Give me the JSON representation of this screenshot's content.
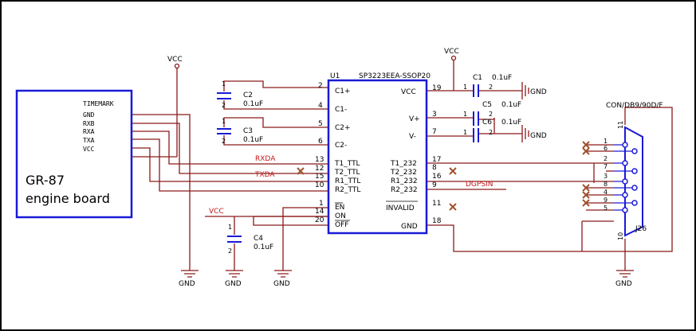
{
  "colors": {
    "wire": "#8b1a1a",
    "chip": "#1a1ad6",
    "pin_text": "#1a1a1a",
    "net_label": "#c01818",
    "no_connect": "#a0522d",
    "background": "#ffffff",
    "frame": "#000000"
  },
  "engine_board": {
    "title_line1": "GR-87",
    "title_line2": "engine board",
    "pins": [
      "TIMEMARK",
      "GND",
      "RXB",
      "RXA",
      "TXA",
      "VCC"
    ]
  },
  "chip": {
    "ref": "U1",
    "part": "SP3223EEA-SSOP20",
    "left_pins": [
      {
        "num": "2",
        "name": "C1+"
      },
      {
        "num": "4",
        "name": "C1-"
      },
      {
        "num": "5",
        "name": "C2+"
      },
      {
        "num": "6",
        "name": "C2-"
      },
      {
        "num": "13",
        "name": "T1_TTL"
      },
      {
        "num": "12",
        "name": "T2_TTL"
      },
      {
        "num": "15",
        "name": "R1_TTL"
      },
      {
        "num": "10",
        "name": "R2_TTL"
      },
      {
        "num": "1",
        "name": "EN"
      },
      {
        "num": "14",
        "name": "ON"
      },
      {
        "num": "20",
        "name": "OFF"
      }
    ],
    "right_pins": [
      {
        "num": "19",
        "name": "VCC"
      },
      {
        "num": "3",
        "name": "V+"
      },
      {
        "num": "7",
        "name": "V-"
      },
      {
        "num": "17",
        "name": "T1_232"
      },
      {
        "num": "8",
        "name": "T2_232"
      },
      {
        "num": "16",
        "name": "R1_232"
      },
      {
        "num": "9",
        "name": "R2_232"
      },
      {
        "num": "11",
        "name": "INVALID"
      },
      {
        "num": "18",
        "name": "GND"
      }
    ]
  },
  "capacitors": {
    "c1": {
      "ref": "C1",
      "value": "0.1uF",
      "pin1": "1",
      "pin2": "2"
    },
    "c2": {
      "ref": "C2",
      "value": "0.1uF",
      "pin1": "1",
      "pin2": "2"
    },
    "c3": {
      "ref": "C3",
      "value": "0.1uF",
      "pin1": "1",
      "pin2": "2"
    },
    "c4": {
      "ref": "C4",
      "value": "0.1uF",
      "pin1": "1",
      "pin2": "2"
    },
    "c5": {
      "ref": "C5",
      "value": "0.1uF",
      "pin1": "1",
      "pin2": "2"
    },
    "c6": {
      "ref": "C6",
      "value": "0.1uF",
      "pin1": "1",
      "pin2": "2"
    }
  },
  "nets": {
    "rxda": "RXDA",
    "txda": "TXDA",
    "dgpsin": "DGPSIN",
    "vcc": "VCC",
    "gnd": "GND"
  },
  "connector": {
    "part": "CON/DB9/90D/F",
    "ref": "J26",
    "pins": [
      "1",
      "6",
      "2",
      "7",
      "3",
      "8",
      "4",
      "9",
      "5"
    ],
    "shell_top": "11",
    "shell_bottom": "10"
  }
}
